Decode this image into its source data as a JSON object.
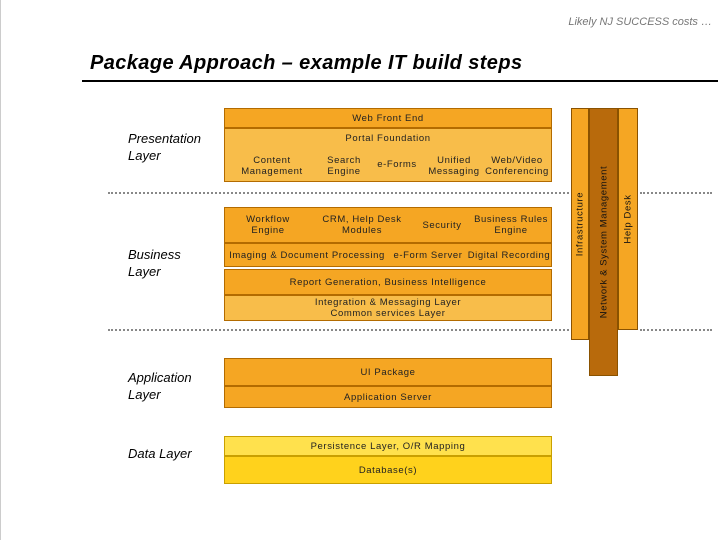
{
  "header": {
    "note": "Likely NJ SUCCESS costs …",
    "title": "Package Approach – example IT build steps"
  },
  "layers": {
    "presentation": "Presentation Layer",
    "business": "Business Layer",
    "application": "Application Layer",
    "data": "Data Layer"
  },
  "presentation": {
    "web_front_end": "Web Front End",
    "portal_foundation": "Portal Foundation",
    "content_management": "Content Management",
    "search_engine": "Search Engine",
    "eforms": "e-Forms",
    "unified_messaging": "Unified Messaging",
    "web_video": "Web/Video Conferencing"
  },
  "business": {
    "workflow_engine": "Workflow Engine",
    "crm": "CRM, Help Desk Modules",
    "security": "Security",
    "business_rules": "Business Rules Engine",
    "imaging": "Imaging & Document Processing",
    "eform_server": "e-Form Server",
    "digital_recording": "Digital Recording",
    "report_generation": "Report Generation, Business Intelligence",
    "integration": "Integration & Messaging Layer",
    "common_services": "Common services Layer"
  },
  "application": {
    "ui_package": "UI Package",
    "app_server": "Application Server"
  },
  "data": {
    "persistence": "Persistence Layer, O/R Mapping",
    "database": "Database(s)"
  },
  "vertical": {
    "infrastructure": "Infrastructure",
    "network": "Network & System Management",
    "help_desk": "Help Desk"
  },
  "colors": {
    "orange": "#f5a623",
    "dark_orange": "#b86a0c",
    "yellow": "#ffd21c"
  }
}
